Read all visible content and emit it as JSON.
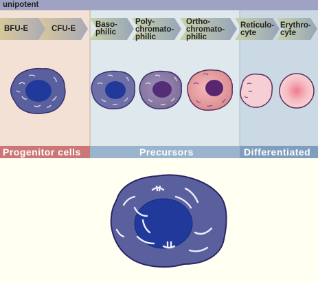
{
  "header": {
    "title": "unipotent"
  },
  "stages": [
    {
      "label": "BFU-E"
    },
    {
      "label": "CFU-E"
    },
    {
      "label": "Baso-\nphilic"
    },
    {
      "label": "Poly-\nchromato-\nphilic"
    },
    {
      "label": "Ortho-\nchromato-\nphilic"
    },
    {
      "label": "Reticulo-\ncyte"
    },
    {
      "label": "Erythro-\ncyte"
    }
  ],
  "groups": [
    {
      "label": "Progenitor cells"
    },
    {
      "label": "Precursors"
    },
    {
      "label": "Differentiated"
    }
  ],
  "colors": {
    "header": "#a0a2c4",
    "progenitor_panel": "#f4e1d6",
    "precursor_panel": "#dfe8ec",
    "differentiated_panel": "#cad9e4",
    "progenitor_bar": "#cc7777",
    "precursor_bar": "#9ab4ce",
    "differentiated_bar": "#7f9ebe",
    "cell_body_blue": "#5a5f9e",
    "nucleus_blue": "#20399a",
    "erythrocyte_pink": "#f7c7cc"
  }
}
